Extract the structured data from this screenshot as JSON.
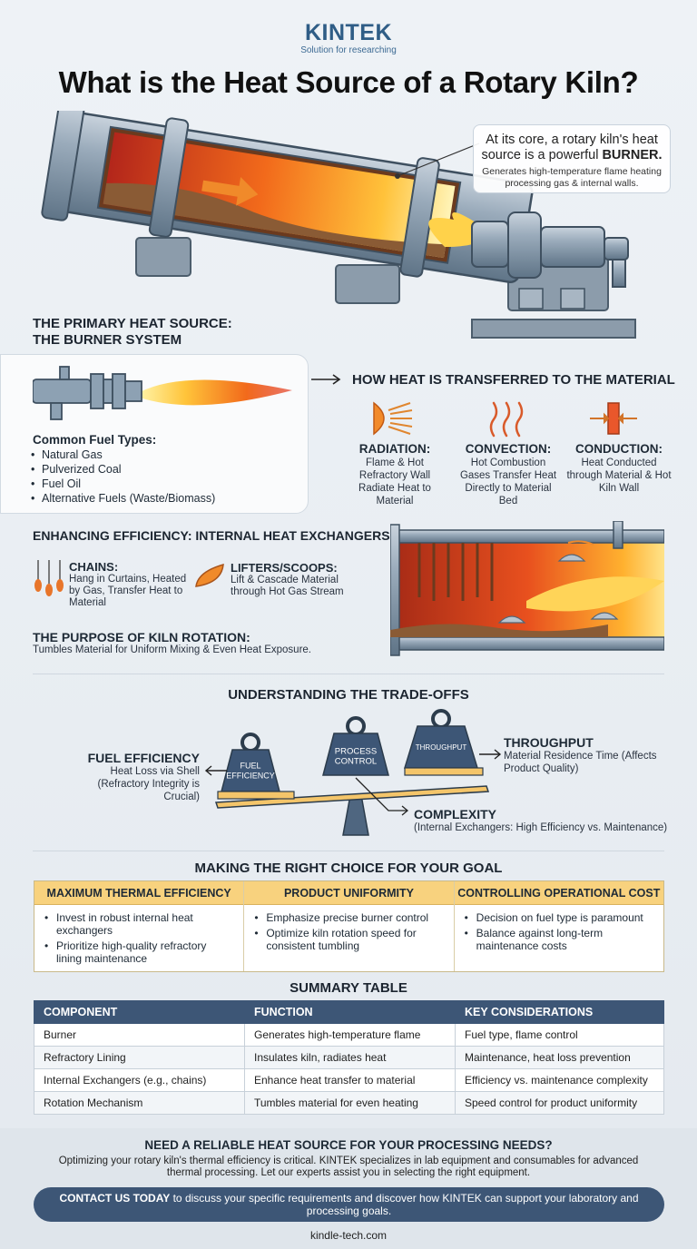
{
  "brand": {
    "name": "KINTEK",
    "tagline": "Solution for researching"
  },
  "title": "What is the Heat Source of a Rotary Kiln?",
  "hero": {
    "callout_main_pre": "At its core, a rotary kiln's heat source is a powerful ",
    "callout_main_bold": "BURNER.",
    "callout_sub": "Generates high-temperature flame heating processing gas & internal walls."
  },
  "burner_section": {
    "heading_line1": "THE PRIMARY HEAT SOURCE:",
    "heading_line2": "THE BURNER SYSTEM",
    "fuel_title": "Common Fuel Types:",
    "fuels": [
      "Natural Gas",
      "Pulverized Coal",
      "Fuel Oil",
      "Alternative Fuels (Waste/Biomass)"
    ]
  },
  "transfer": {
    "heading": "HOW HEAT IS TRANSFERRED TO THE MATERIAL",
    "modes": [
      {
        "title": "RADIATION:",
        "desc": "Flame & Hot Refractory Wall Radiate Heat to Material"
      },
      {
        "title": "CONVECTION:",
        "desc": "Hot Combustion Gases Transfer Heat Directly to Material Bed"
      },
      {
        "title": "CONDUCTION:",
        "desc": "Heat Conducted through Material & Hot Kiln Wall"
      }
    ]
  },
  "efficiency": {
    "heading": "ENHANCING EFFICIENCY: INTERNAL HEAT EXCHANGERS",
    "chains_title": "CHAINS:",
    "chains_desc": "Hang in Curtains, Heated by Gas, Transfer Heat to Material",
    "lifters_title": "LIFTERS/SCOOPS:",
    "lifters_desc": "Lift & Cascade Material through Hot Gas Stream",
    "rotation_title": "THE PURPOSE OF KILN ROTATION:",
    "rotation_desc": "Tumbles Material for Uniform Mixing & Even Heat Exposure."
  },
  "tradeoffs": {
    "heading": "UNDERSTANDING THE TRADE-OFFS",
    "weights": [
      "FUEL EFFICIENCY",
      "PROCESS CONTROL",
      "THROUGHPUT"
    ],
    "fuel_title": "FUEL EFFICIENCY",
    "fuel_desc": "Heat Loss via Shell (Refractory Integrity is Crucial)",
    "throughput_title": "THROUGHPUT",
    "throughput_desc": "Material Residence Time (Affects Product Quality)",
    "complexity_title": "COMPLEXITY",
    "complexity_desc": "(Internal Exchangers: High Efficiency vs. Maintenance)"
  },
  "choice": {
    "heading": "MAKING THE RIGHT CHOICE FOR YOUR GOAL",
    "columns": [
      {
        "head": "MAXIMUM THERMAL EFFICIENCY",
        "items": [
          "Invest in robust internal heat exchangers",
          "Prioritize high-quality refractory lining maintenance"
        ]
      },
      {
        "head": "PRODUCT UNIFORMITY",
        "items": [
          "Emphasize precise burner control",
          "Optimize kiln rotation speed for consistent tumbling"
        ]
      },
      {
        "head": "CONTROLLING OPERATIONAL COST",
        "items": [
          "Decision on fuel type is paramount",
          "Balance against long-term maintenance costs"
        ]
      }
    ]
  },
  "summary": {
    "heading": "SUMMARY TABLE",
    "headers": [
      "COMPONENT",
      "FUNCTION",
      "KEY CONSIDERATIONS"
    ],
    "rows": [
      [
        "Burner",
        "Generates high-temperature flame",
        "Fuel type, flame control"
      ],
      [
        "Refractory Lining",
        "Insulates kiln, radiates heat",
        "Maintenance, heat loss prevention"
      ],
      [
        "Internal Exchangers (e.g., chains)",
        "Enhance heat transfer to material",
        "Efficiency vs. maintenance complexity"
      ],
      [
        "Rotation Mechanism",
        "Tumbles material for even heating",
        "Speed control for product uniformity"
      ]
    ]
  },
  "footer": {
    "cta_title": "NEED A RELIABLE HEAT SOURCE FOR YOUR PROCESSING NEEDS?",
    "cta_text": "Optimizing your rotary kiln's thermal efficiency is critical. KINTEK specializes in lab equipment and consumables for advanced thermal processing. Let our experts assist you in selecting the right equipment.",
    "contact_bold": "CONTACT US TODAY",
    "contact_rest": " to discuss your specific requirements and discover how KINTEK can support your laboratory and processing goals.",
    "site": "kindle-tech.com"
  },
  "colors": {
    "brand": "#2f5d86",
    "accent_gold": "#f8d27e",
    "table_head": "#3d5676",
    "flame": "#f26a1b"
  }
}
